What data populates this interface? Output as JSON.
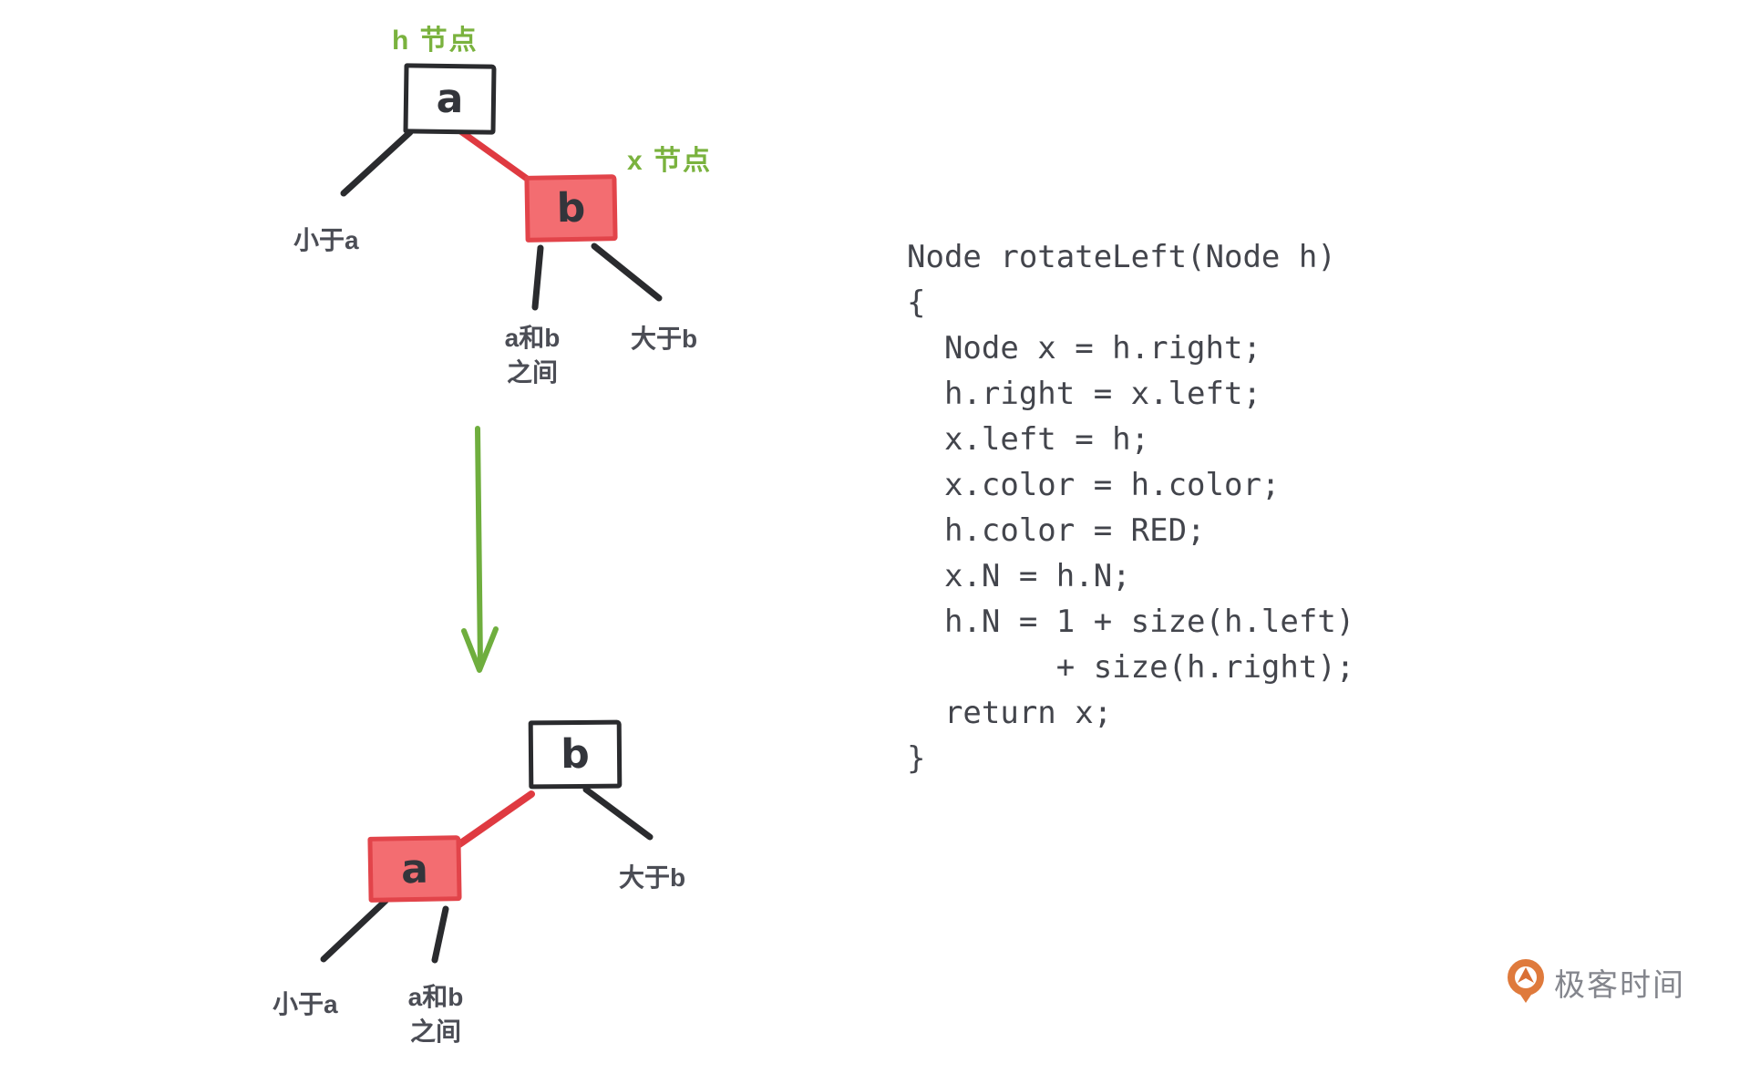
{
  "top_tree": {
    "h_label": "h 节点",
    "x_label": "x 节点",
    "node_a": "a",
    "node_b": "b",
    "leaf_left": "小于a",
    "leaf_mid_line1": "a和b",
    "leaf_mid_line2": "之间",
    "leaf_right": "大于b"
  },
  "bottom_tree": {
    "node_b": "b",
    "node_a": "a",
    "leaf_left": "小于a",
    "leaf_mid_line1": "a和b",
    "leaf_mid_line2": "之间",
    "leaf_right": "大于b"
  },
  "code": {
    "text": "Node rotateLeft(Node h)\n{\n  Node x = h.right;\n  h.right = x.left;\n  x.left = h;\n  x.color = h.color;\n  h.color = RED;\n  x.N = h.N;\n  h.N = 1 + size(h.left)\n        + size(h.right);\n  return x;\n}"
  },
  "logo": {
    "text": "极客时间"
  },
  "colors": {
    "green_accent": "#7ab23e",
    "red_fill": "#f36d71",
    "red_border": "#e2444a",
    "red_link": "#df3a41",
    "ink_black": "#2a2b2e",
    "label_gray": "#4b4d55",
    "code_gray": "#43454c",
    "logo_orange": "#df7a3c",
    "logo_text_gray": "#84868d"
  }
}
